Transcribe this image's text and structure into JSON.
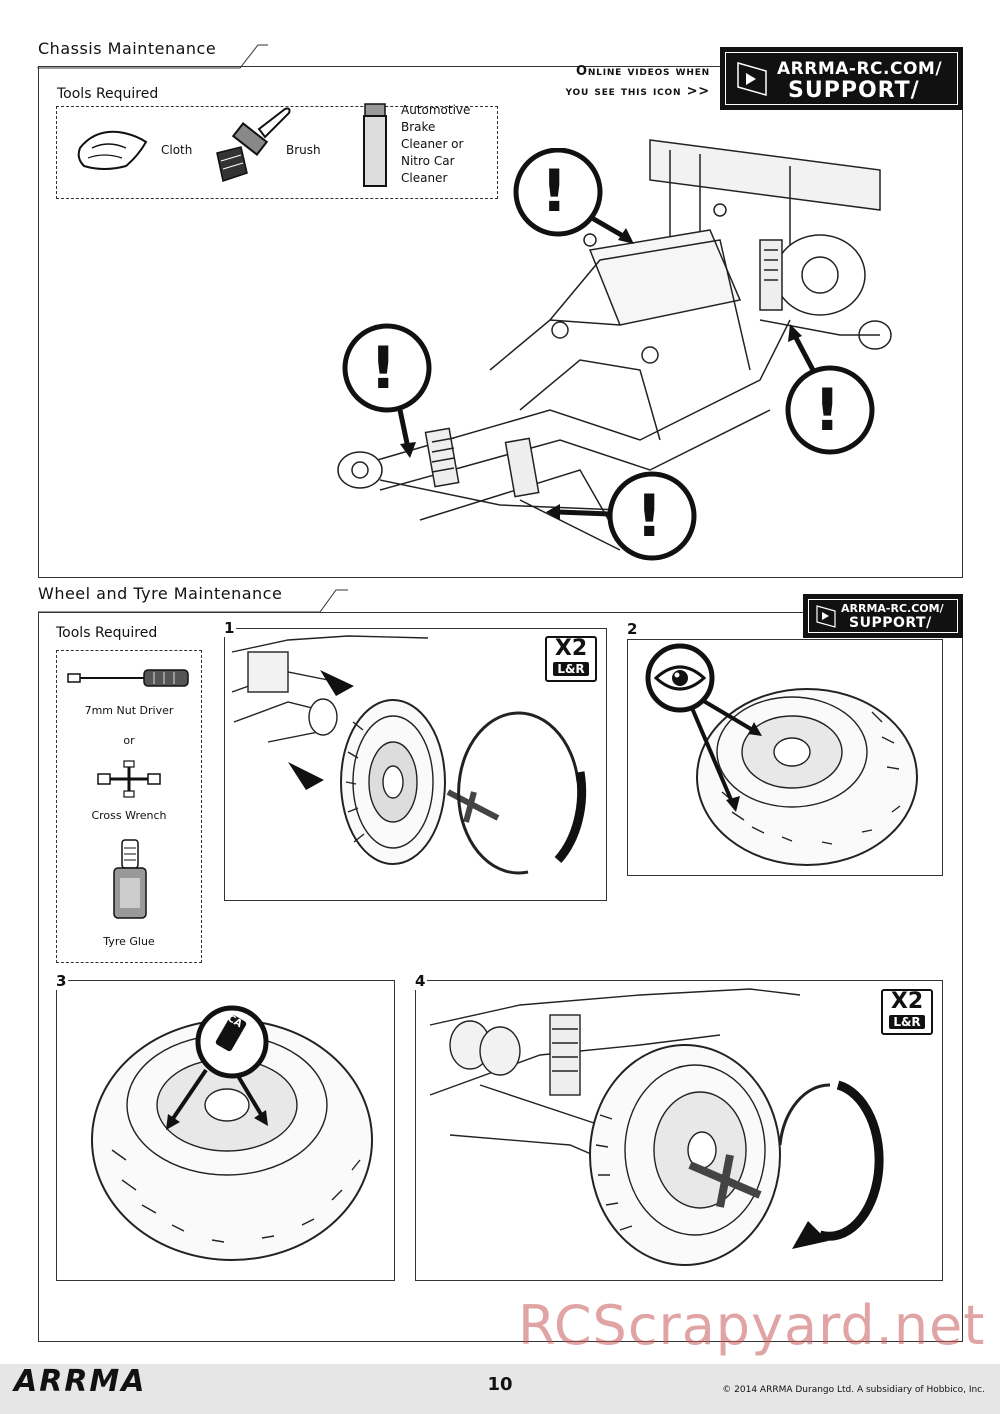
{
  "chassis": {
    "title": "Chassis Maintenance",
    "tools_title": "Tools Required",
    "tools": [
      {
        "label": "Cloth",
        "icon": "cloth-icon"
      },
      {
        "label": "Brush",
        "icon": "brush-icon"
      },
      {
        "label": "Automotive\nBrake\nCleaner or\nNitro Car\nCleaner",
        "icon": "spray-can-icon"
      }
    ],
    "online_videos": "Online videos when\nyou see this icon >>",
    "support_badge": {
      "line1": "ARRMA-RC.COM/",
      "line2": "SUPPORT/"
    },
    "warning_symbol": "!"
  },
  "wheel": {
    "title": "Wheel and Tyre Maintenance",
    "tools_title": "Tools Required",
    "tools": [
      {
        "label": "7mm Nut Driver",
        "icon": "nut-driver-icon"
      },
      {
        "label": "or",
        "icon": ""
      },
      {
        "label": "Cross Wrench",
        "icon": "cross-wrench-icon"
      },
      {
        "label": "Tyre Glue",
        "icon": "glue-bottle-icon"
      }
    ],
    "support_badge": {
      "line1": "ARRMA-RC.COM/",
      "line2": "SUPPORT/"
    },
    "steps": [
      {
        "number": "1",
        "badge": "X2",
        "badge_sub": "L&R"
      },
      {
        "number": "2",
        "badge": "",
        "badge_sub": ""
      },
      {
        "number": "3",
        "badge": "",
        "badge_sub": ""
      },
      {
        "number": "4",
        "badge": "X2",
        "badge_sub": "L&R"
      }
    ],
    "glue_label": "CA"
  },
  "footer": {
    "logo": "ARRMA",
    "page_number": "10",
    "copyright": "© 2014 ARRMA Durango Ltd. A subsidiary of Hobbico, Inc."
  },
  "watermark": "RCScrapyard.net",
  "colors": {
    "ink": "#111111",
    "footer_bg": "#e6e6e6",
    "watermark": "#c85a5a"
  }
}
